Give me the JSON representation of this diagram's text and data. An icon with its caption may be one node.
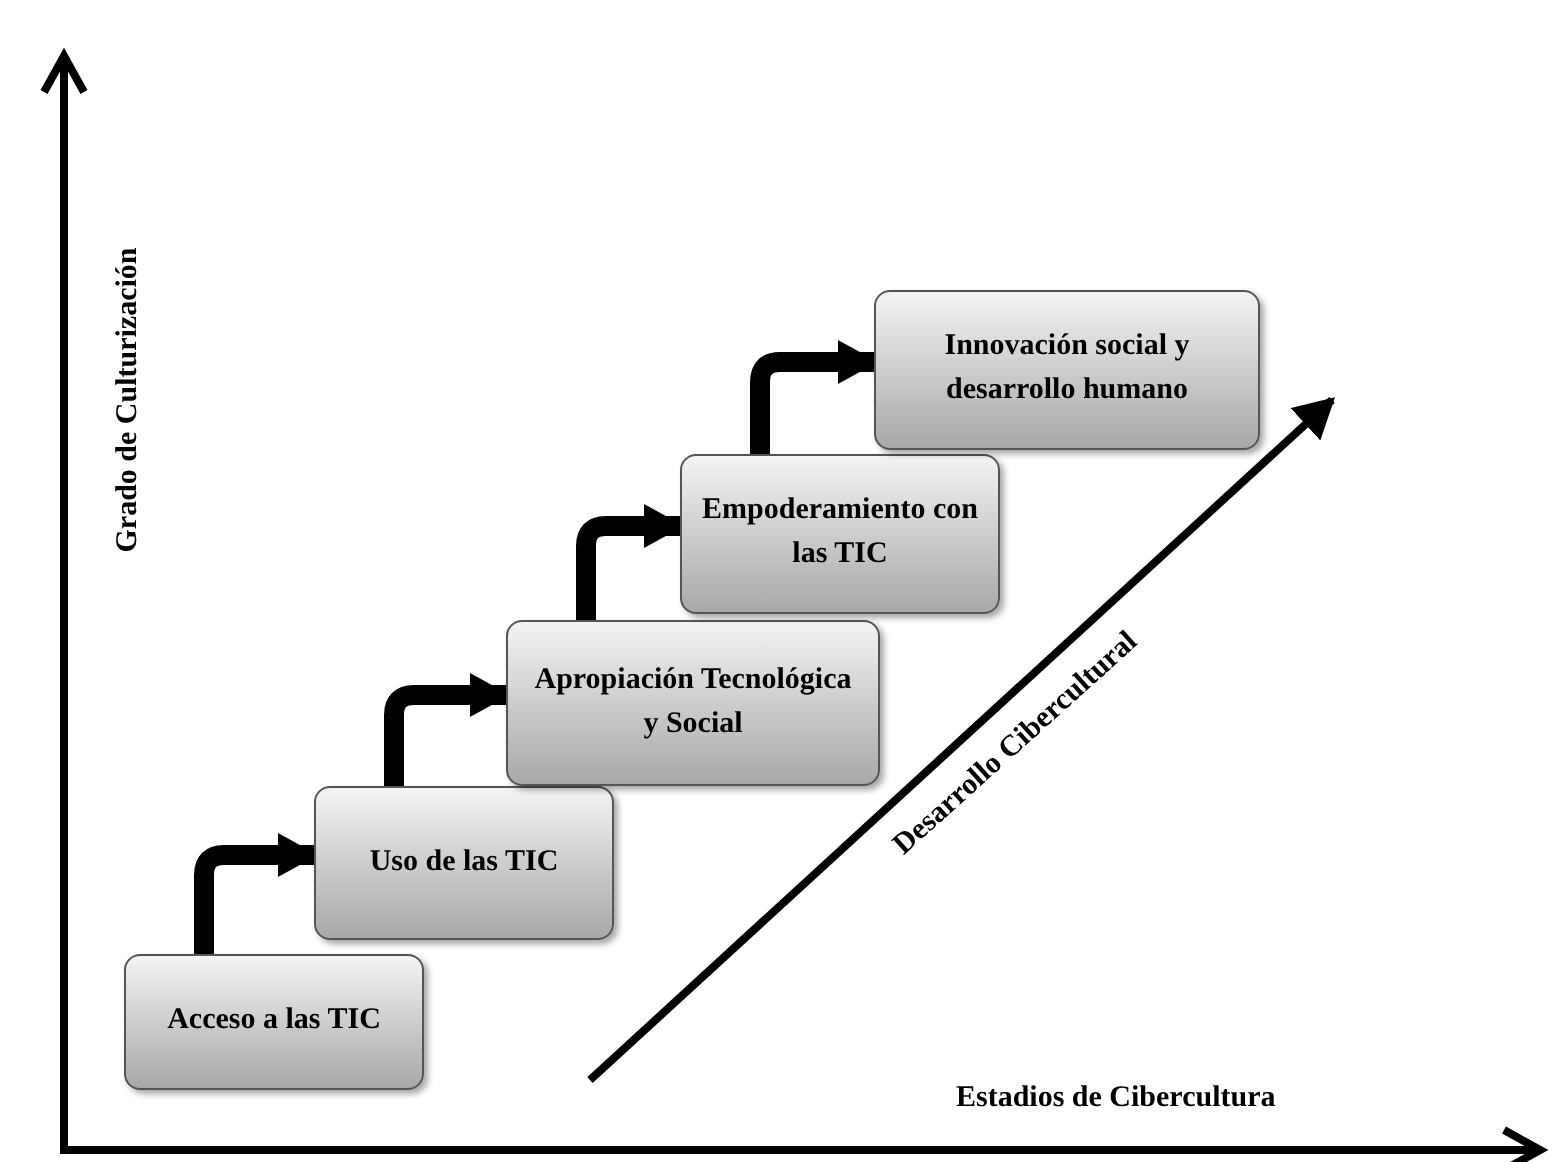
{
  "diagram": {
    "nodes": [
      {
        "text": [
          "Acceso a las TIC"
        ]
      },
      {
        "text": [
          "Uso de las TIC"
        ]
      },
      {
        "text": [
          "Apropiación Tecnológica y Social"
        ]
      },
      {
        "text": [
          "Empoderamiento con las TIC"
        ]
      },
      {
        "text": [
          "Innovación social y desarrollo humano"
        ]
      }
    ],
    "edges": [
      {
        "from": 0,
        "to": 1,
        "arrow": "to"
      },
      {
        "from": 1,
        "to": 2,
        "arrow": "to"
      },
      {
        "from": 2,
        "to": 3,
        "arrow": "to"
      },
      {
        "from": 3,
        "to": 4,
        "arrow": "to"
      }
    ],
    "labels": [
      "Grado de Culturización",
      "Estadios de Cibercultura",
      "Desarrollo Cibercultural"
    ]
  }
}
